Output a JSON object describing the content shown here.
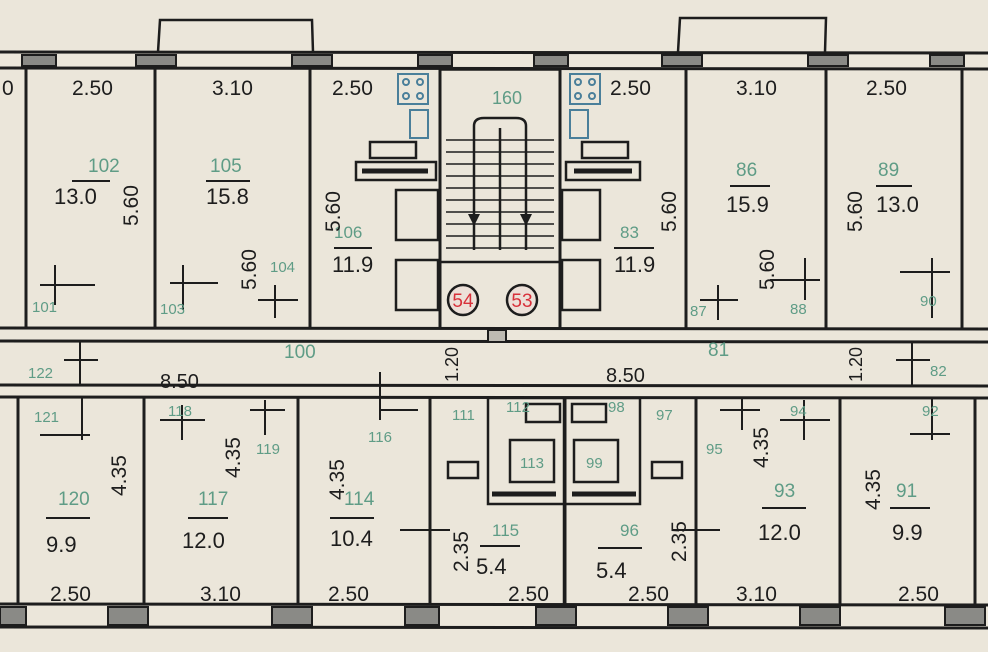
{
  "colors": {
    "paper": "#ebe6da",
    "ink": "#1d1d1d",
    "room_numbers": "#5f9c86",
    "stair_markers": "#d8303a",
    "fixtures": "#4a7f9a"
  },
  "dimensions_top": [
    "0",
    "2.50",
    "3.10",
    "2.50",
    "2.50",
    "3.10",
    "2.50"
  ],
  "dimensions_bottom": [
    "2.50",
    "3.10",
    "2.50",
    "2.50",
    "2.50",
    "3.10",
    "2.50"
  ],
  "corridor": {
    "length_left": "8.50",
    "length_right": "8.50",
    "width_left": "1.20",
    "width_right": "1.20",
    "number_left": "100",
    "number_right": "81"
  },
  "stairwell": {
    "number": "160",
    "markers": [
      "54",
      "53"
    ]
  },
  "upper_rooms": [
    {
      "number": "102",
      "area": "13.0",
      "depth": "5.60"
    },
    {
      "number": "105",
      "area": "15.8",
      "depth": "5.60"
    },
    {
      "number": "106",
      "area": "11.9",
      "depth": "5.60"
    },
    {
      "number": "83",
      "area": "11.9",
      "depth": "5.60"
    },
    {
      "number": "86",
      "area": "15.9",
      "depth": "5.60"
    },
    {
      "number": "89",
      "area": "13.0",
      "depth": "5.60"
    }
  ],
  "lower_rooms": [
    {
      "number": "120",
      "area": "9.9",
      "depth": "4.35"
    },
    {
      "number": "117",
      "area": "12.0",
      "depth": "4.35"
    },
    {
      "number": "114",
      "area": "10.4",
      "depth": "4.35"
    },
    {
      "number": "115",
      "area": "5.4",
      "depth": "2.35"
    },
    {
      "number": "96",
      "area": "5.4",
      "depth": "2.35"
    },
    {
      "number": "93",
      "area": "12.0",
      "depth": "4.35"
    },
    {
      "number": "91",
      "area": "9.9",
      "depth": "4.35"
    }
  ],
  "small_rooms": [
    "101",
    "103",
    "104",
    "88",
    "87",
    "90",
    "122",
    "121",
    "118",
    "119",
    "116",
    "82",
    "95",
    "94",
    "92",
    "111",
    "112",
    "113",
    "98",
    "97",
    "99"
  ]
}
